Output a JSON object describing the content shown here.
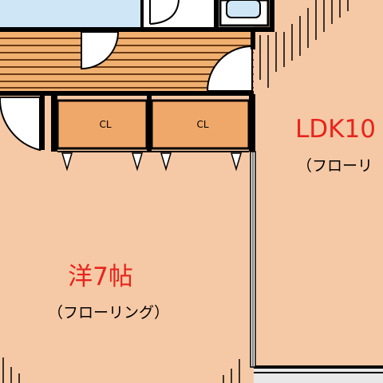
{
  "rooms": {
    "western": {
      "name": "洋7帖",
      "floor": "（フローリング）"
    },
    "ldk": {
      "name": "LDK10",
      "floor": "（フローリ"
    }
  },
  "closets": {
    "left_label": "CL",
    "right_label": "CL"
  },
  "colors": {
    "floor": "#f6c9a6",
    "wall": "#000000",
    "closet": "#f0a86a",
    "deck_plank": "#f0b070",
    "bath_blue": "#cfe6f6",
    "room_label": "#e8241c"
  }
}
